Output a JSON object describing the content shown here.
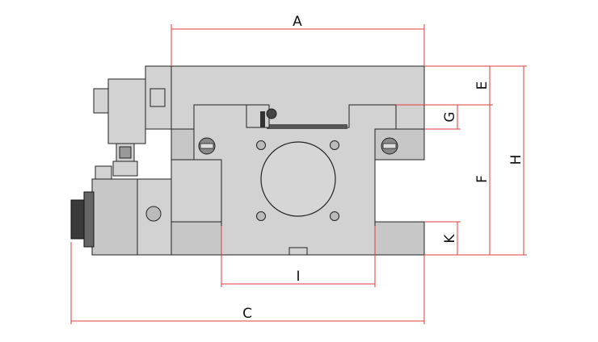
{
  "dimensions": {
    "A": "A",
    "C": "C",
    "E": "E",
    "F": "F",
    "G": "G",
    "H": "H",
    "I": "I",
    "K": "K"
  },
  "colors": {
    "dimension_line": "#e23b3b",
    "body": "#d2d2d2",
    "outline": "#222222"
  }
}
